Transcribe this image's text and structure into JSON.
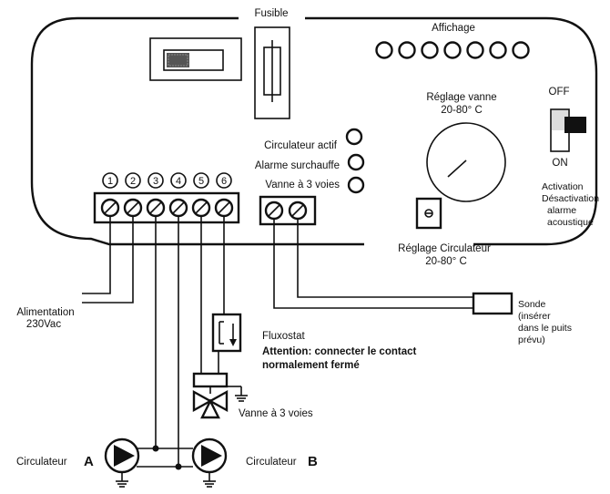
{
  "labels": {
    "fusible": "Fusible",
    "affichage": "Affichage",
    "reglage_vanne": [
      "Réglage vanne",
      "20-80° C"
    ],
    "off": "OFF",
    "on": "ON",
    "activation": [
      "Activation",
      "Désactivation",
      "alarme",
      "acoustique"
    ],
    "circulateur_actif": "Circulateur actif",
    "alarme_surchauffe": "Alarme surchauffe",
    "vanne_3_voies_led": "Vanne à 3 voies",
    "terminal_numbers": [
      "1",
      "2",
      "3",
      "4",
      "5",
      "6"
    ],
    "reglage_circulateur": [
      "Réglage Circulateur",
      "20-80° C"
    ],
    "alimentation": [
      "Alimentation",
      "230Vac"
    ],
    "sonde": [
      "Sonde",
      "(insérer",
      "dans le puits",
      "prévu)"
    ],
    "fluxostat": "Fluxostat",
    "attention": [
      "Attention: connecter le contact",
      "normalement fermé"
    ],
    "vanne_3_voies": "Vanne à 3 voies",
    "circulateur_a_prefix": "Circulateur",
    "circulateur_a_letter": "A",
    "circulateur_b_prefix": "Circulateur",
    "circulateur_b_letter": "B"
  },
  "icons": {
    "led": "led-indicator-icon",
    "pump": "pump-icon",
    "valve": "three-way-valve-icon",
    "ground": "ground-icon",
    "fuse": "fuse-icon",
    "potentiometer": "dial-icon",
    "switch": "toggle-switch-icon"
  }
}
